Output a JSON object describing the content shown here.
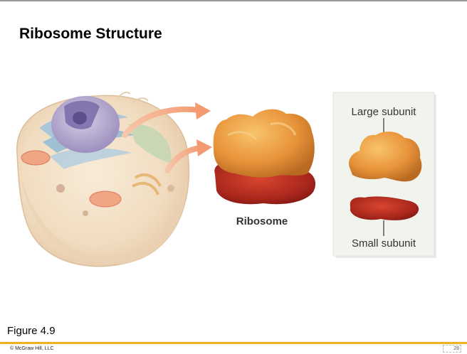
{
  "slide": {
    "title": "Ribosome Structure",
    "caption": "Figure 4.9"
  },
  "figure": {
    "ribosome_label": "Ribosome",
    "large_subunit_label": "Large subunit",
    "small_subunit_label": "Small subunit",
    "colors": {
      "large_subunit": "#e89a3a",
      "small_subunit": "#c0392b",
      "arrow": "#f4a07a",
      "inset_panel": "#eef3ea",
      "footer_accent": "#f2b01e"
    }
  },
  "footer": {
    "copyright": "© McGraw Hill, LLC",
    "page_number": "28"
  }
}
